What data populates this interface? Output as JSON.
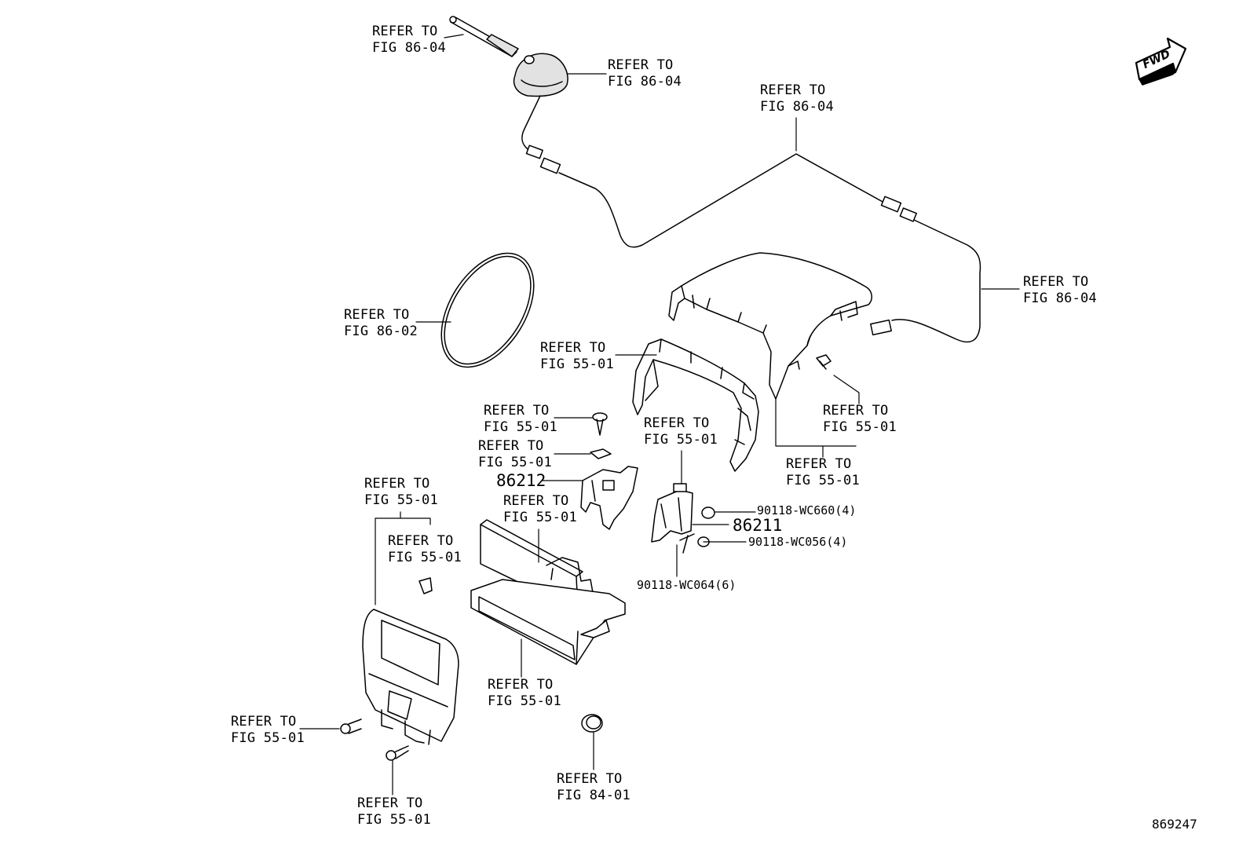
{
  "colors": {
    "line": "#000000",
    "background": "#ffffff",
    "fill": "#e2e2e2"
  },
  "callouts": [
    {
      "line1": "REFER TO",
      "line2": "FIG 86-04"
    },
    {
      "line1": "REFER TO",
      "line2": "FIG 86-04"
    },
    {
      "line1": "REFER TO",
      "line2": "FIG 86-04"
    },
    {
      "line1": "REFER TO",
      "line2": "FIG 86-04"
    },
    {
      "line1": "REFER TO",
      "line2": "FIG 86-02"
    },
    {
      "line1": "REFER TO",
      "line2": "FIG 55-01"
    },
    {
      "line1": "REFER TO",
      "line2": "FIG 55-01"
    },
    {
      "line1": "REFER TO",
      "line2": "FIG 55-01"
    },
    {
      "line1": "REFER TO",
      "line2": "FIG 55-01"
    },
    {
      "line1": "REFER TO",
      "line2": "FIG 55-01"
    },
    {
      "line1": "REFER TO",
      "line2": "FIG 55-01"
    },
    {
      "line1": "REFER TO",
      "line2": "FIG 55-01"
    },
    {
      "line1": "REFER TO",
      "line2": "FIG 55-01"
    },
    {
      "line1": "REFER TO",
      "line2": "FIG 55-01"
    },
    {
      "line1": "REFER TO",
      "line2": "FIG 55-01"
    },
    {
      "line1": "REFER TO",
      "line2": "FIG 55-01"
    },
    {
      "line1": "REFER TO",
      "line2": "FIG 55-01"
    },
    {
      "line1": "REFER TO",
      "line2": "FIG 84-01"
    }
  ],
  "part_numbers": [
    "86212",
    "86211"
  ],
  "fasteners": [
    "90118-WC660(4)",
    "90118-WC056(4)",
    "90118-WC064(6)"
  ],
  "direction_arrow": "FWD",
  "drawing_id": "869247"
}
